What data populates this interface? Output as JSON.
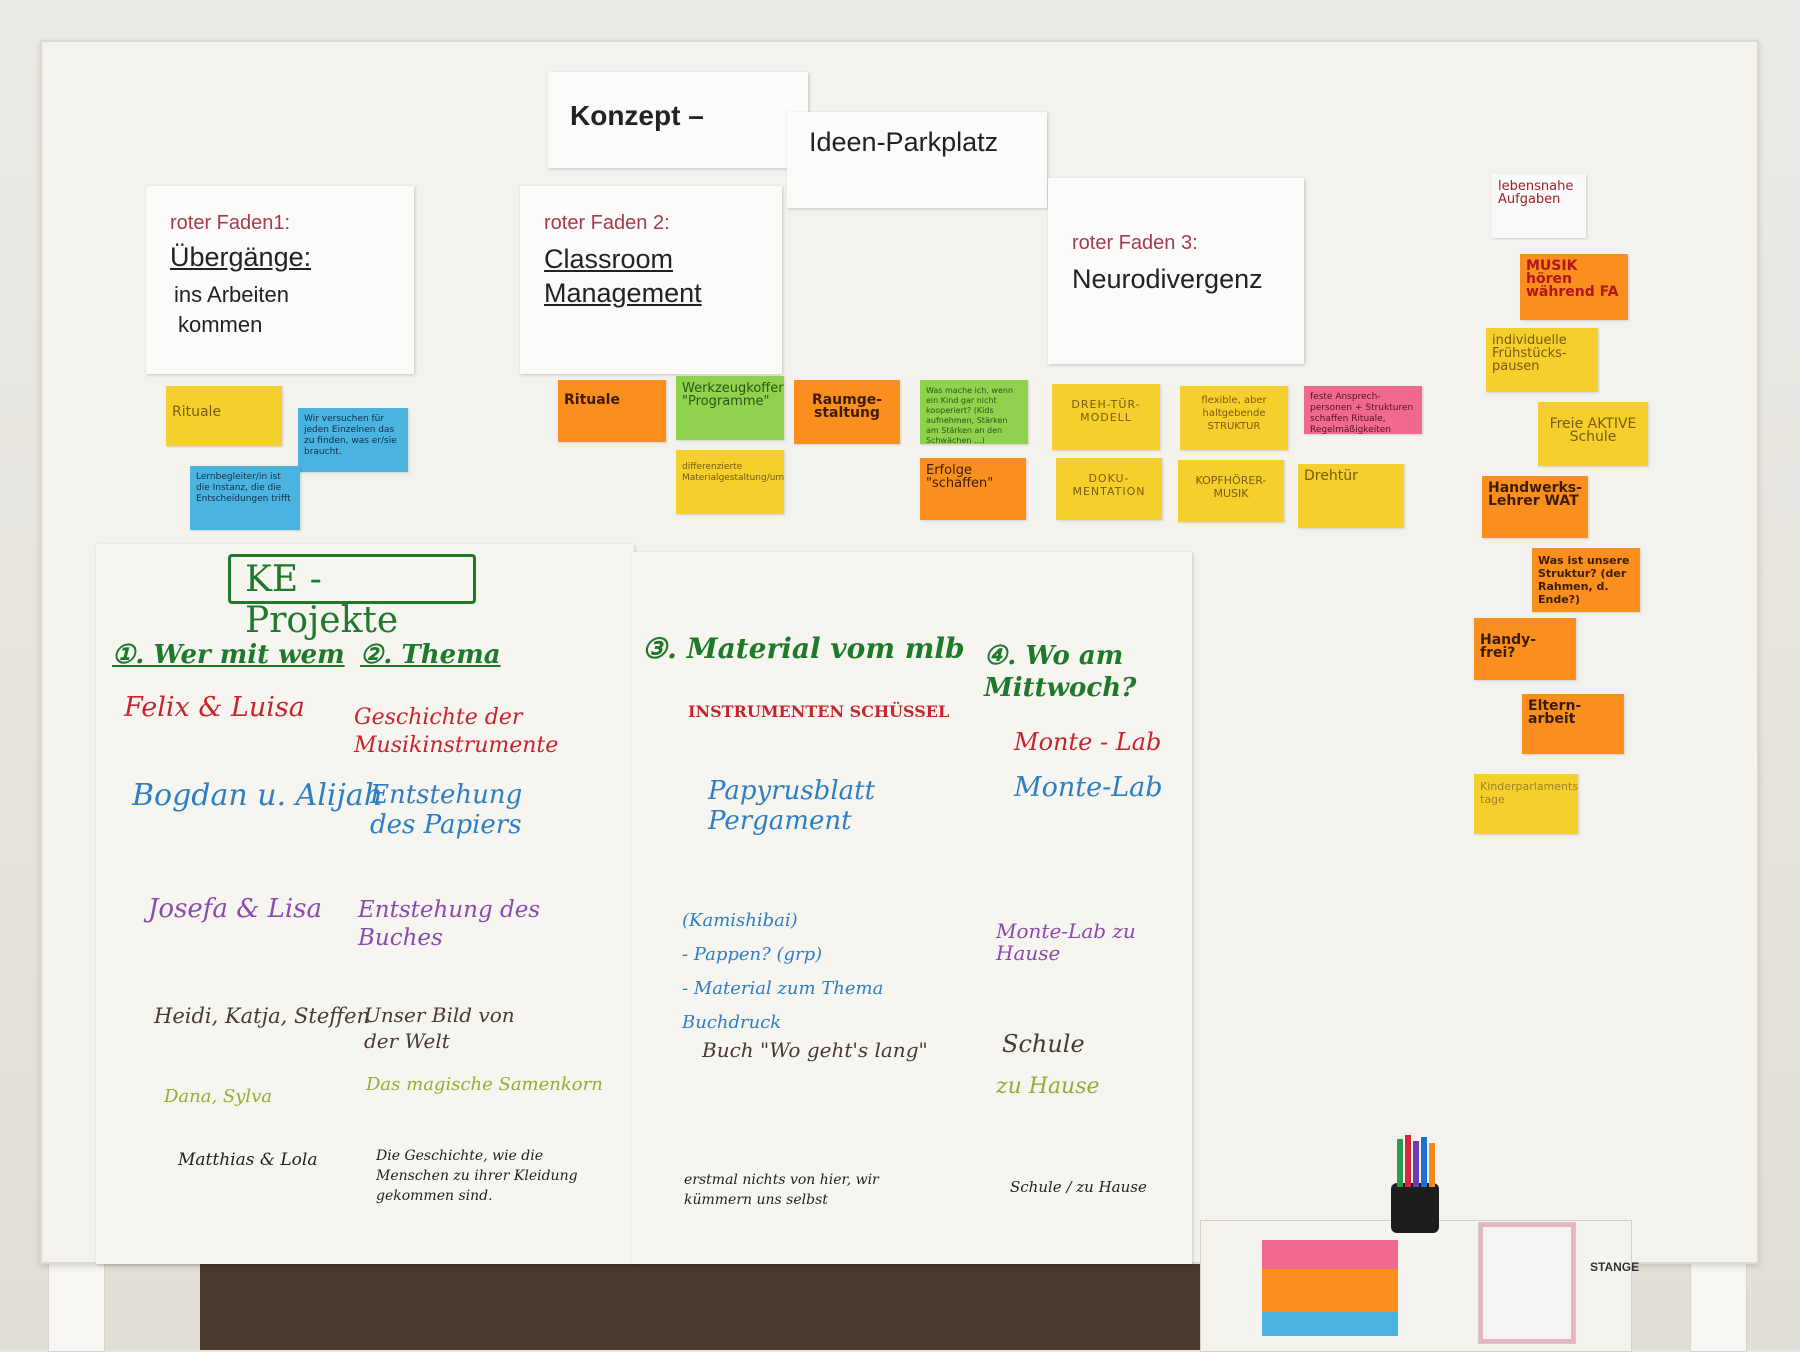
{
  "header": {
    "konzept": "Konzept –",
    "parkplatz": "Ideen-Parkplatz"
  },
  "threads": [
    {
      "sub": "roter Faden1:",
      "line1": "Übergänge:",
      "line2": "ins Arbeiten",
      "line3": "kommen"
    },
    {
      "sub": "roter Faden 2:",
      "line1": "Classroom",
      "line2": "Management"
    },
    {
      "sub": "roter Faden 3:",
      "line1": "Neurodivergenz"
    }
  ],
  "notes_thread1": [
    {
      "text": "Rituale"
    },
    {
      "text": "Wir versuchen für jeden Einzelnen das zu finden, was er/sie braucht."
    },
    {
      "text": "Lernbegleiter/in ist die Instanz, die die Entscheidungen trifft"
    }
  ],
  "notes_thread2": [
    {
      "text": "Rituale"
    },
    {
      "text": "Werkzeugkoffer \"Programme\""
    },
    {
      "text": "Raumge-staltung"
    },
    {
      "text": "differenzierte Materialgestaltung/umbau"
    },
    {
      "text": "Was mache ich, wenn ein Kind gar nicht kooperiert? (Kids aufnehmen, Stärken am Stärken an den Schwächen ...)"
    },
    {
      "text": "Erfolge \"schaffen\""
    }
  ],
  "notes_thread3": [
    {
      "text": "DREH-TÜR-MODELL"
    },
    {
      "text": "flexible, aber haltgebende STRUKTUR"
    },
    {
      "text": "feste Ansprech-personen + Strukturen schaffen Rituale, Regelmäßigkeiten"
    },
    {
      "text": "DOKU-MENTATION"
    },
    {
      "text": "KOPFHÖRER-MUSIK"
    },
    {
      "text": "Drehtür"
    }
  ],
  "notes_parkplatz": [
    {
      "text": "lebensnahe Aufgaben"
    },
    {
      "text": "MUSIK hören während FA"
    },
    {
      "text": "individuelle Frühstücks-pausen"
    },
    {
      "text": "Freie AKTIVE Schule"
    },
    {
      "text": "Handwerks-Lehrer WAT"
    },
    {
      "text": "Was ist unsere Struktur? (der Rahmen, d. Ende?)"
    },
    {
      "text": "Handy-frei?"
    },
    {
      "text": "Eltern-arbeit"
    },
    {
      "text": "Kinderparlaments-tage"
    }
  ],
  "flipchart": {
    "title": "KE - Projekte",
    "col1": "①. Wer mit wem",
    "col2": "②. Thema",
    "col3": "③. Material vom mlb",
    "col4": "④. Wo am Mittwoch?",
    "rows": [
      {
        "who": "Felix & Luisa",
        "theme": "Geschichte der Musikinstrumente",
        "material": "INSTRUMENTEN SCHÜSSEL",
        "where": "Monte - Lab"
      },
      {
        "who": "Bogdan u. Alijah",
        "theme": "Entstehung des Papiers",
        "material": "Papyrusblatt Pergament",
        "where": "Monte-Lab"
      },
      {
        "who": "Josefa & Lisa",
        "theme": "Entstehung des Buches",
        "material": "(Kamishibai)\n- Pappen? (grp)\n- Material zum Thema Buchdruck",
        "where": "Monte-Lab zu Hause"
      },
      {
        "who": "Heidi, Katja, Steffen",
        "theme": "Unser Bild von der Welt",
        "material": "Buch \"Wo geht's lang\"",
        "where": "Schule"
      },
      {
        "who": "Dana, Sylva",
        "theme": "Das magische Samenkorn",
        "material": "",
        "where": "zu Hause"
      },
      {
        "who": "Matthias & Lola",
        "theme": "Die Geschichte, wie die Menschen zu ihrer Kleidung gekommen sind.",
        "material": "erstmal nichts von hier, wir kümmern uns selbst",
        "where": "Schule / zu Hause"
      }
    ]
  },
  "brand": "STANGE",
  "colors": {
    "yellow": "#f5cf2b",
    "orange": "#fa8f1e",
    "green": "#8fd24e",
    "blue": "#4ab3df",
    "pink": "#f06a8e",
    "ink_red": "#c8242c",
    "ink_green": "#1e7a2a"
  }
}
